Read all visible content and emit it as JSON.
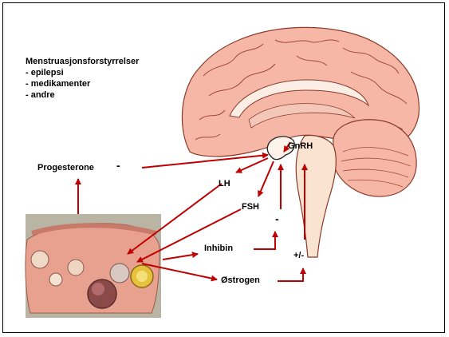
{
  "note": {
    "title": "Menstruasjonsforstyrrelser",
    "items": [
      "- epilepsi",
      "- medikamenter",
      "- andre"
    ]
  },
  "labels": {
    "gnrh": "GnRH",
    "progesterone": "Progesterone",
    "progesterone_sign": "-",
    "lh": "LH",
    "fsh": "FSH",
    "fsh_sign": "-",
    "inhibin": "Inhibin",
    "plus_minus": "+/-",
    "ostrogen": "Østrogen"
  },
  "colors": {
    "arrow": "#c00000",
    "brain_fill": "#f6b7a7",
    "brain_stroke": "#8a3a2a",
    "stem_fill": "#fbe3d2",
    "ovary_bg": "#b9b4a3",
    "ovary_tissue": "#e8a08f"
  }
}
